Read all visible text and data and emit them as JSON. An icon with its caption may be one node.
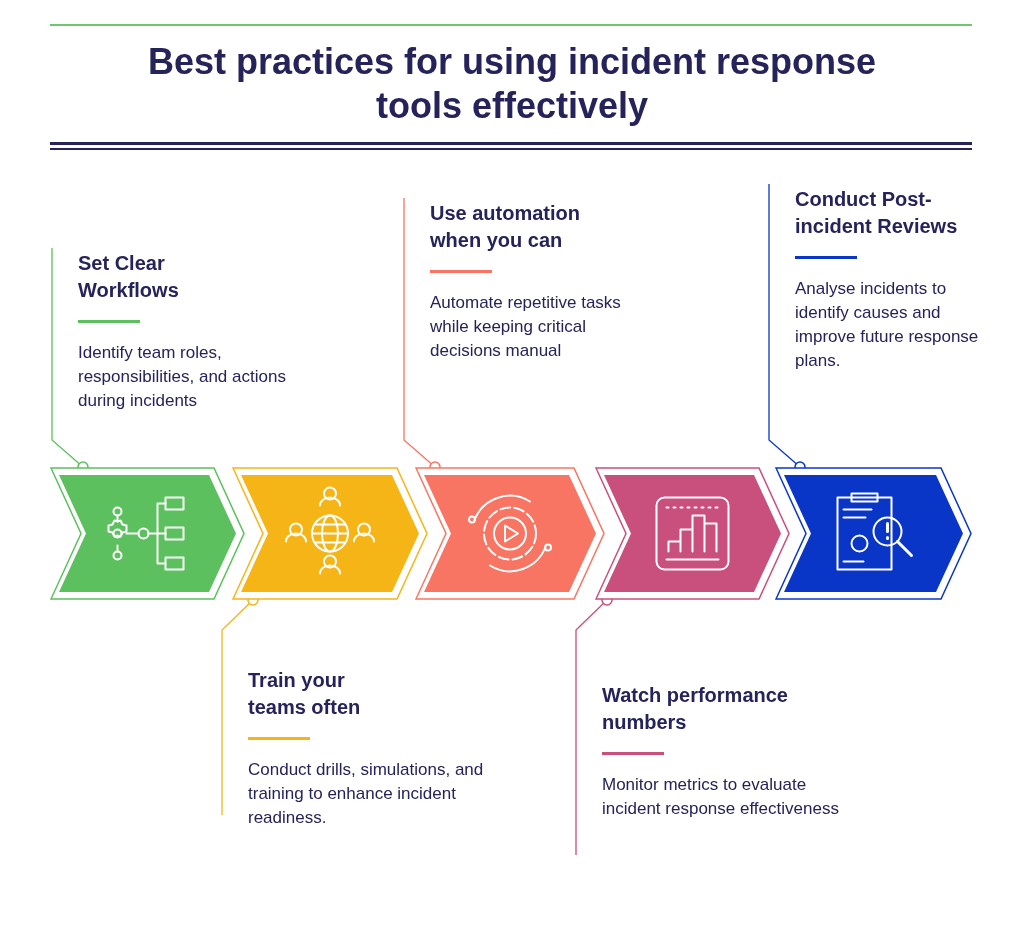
{
  "diagram": {
    "title": "Best practices for using incident response tools effectively",
    "nodes": [
      {
        "text": [],
        "shape": "chevron"
      },
      {
        "text": [],
        "shape": "chevron"
      },
      {
        "text": [],
        "shape": "chevron"
      },
      {
        "text": [],
        "shape": "chevron"
      },
      {
        "text": [],
        "shape": "chevron"
      },
      {
        "text": [
          "Set Clear Workflows",
          "Identify team roles, responsibilities, and actions during incidents"
        ]
      },
      {
        "text": [
          "Train your teams often",
          "Conduct drills, simulations, and training to enhance incident readiness."
        ]
      },
      {
        "text": [
          "Use automation when you can",
          "Automate repetitive tasks while keeping critical decisions manual"
        ]
      },
      {
        "text": [
          "Watch performance numbers",
          "Monitor metrics to evaluate incident response effectiveness"
        ]
      },
      {
        "text": [
          "Conduct Post-incident Reviews",
          "Analyse incidents to identify causes and improve future response plans."
        ]
      }
    ],
    "edges": [
      {
        "from": 5,
        "to": 0,
        "arrow": "other",
        "color": "#5cc05f"
      },
      {
        "from": 6,
        "to": 1,
        "arrow": "other",
        "color": "#f5b516"
      },
      {
        "from": 7,
        "to": 2,
        "arrow": "other",
        "color": "#f87563"
      },
      {
        "from": 8,
        "to": 3,
        "arrow": "other",
        "color": "#c94f7c"
      },
      {
        "from": 9,
        "to": 4,
        "arrow": "other",
        "color": "#0a36c8"
      }
    ]
  }
}
